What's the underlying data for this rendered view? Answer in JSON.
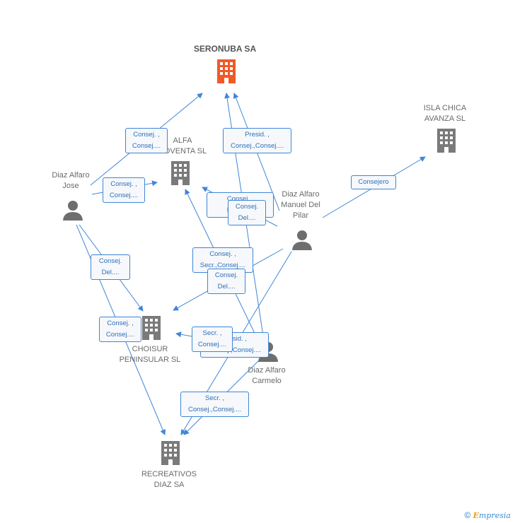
{
  "colors": {
    "edge": "#3f86d6",
    "building": "#7a7a7a",
    "building_main": "#f05a28",
    "person": "#6e6e6e"
  },
  "nodes": {
    "seronuba": {
      "name": "SERONUBA SA"
    },
    "isla_chica": {
      "name_line1": "ISLA CHICA",
      "name_line2": "AVANZA SL"
    },
    "alfa_noventa": {
      "name_line1": "ALFA",
      "name_line2": "NOVENTA SL"
    },
    "diaz_jose": {
      "name_line1": "Diaz Alfaro",
      "name_line2": "Jose"
    },
    "diaz_manuel": {
      "name_line1": "Diaz Alfaro",
      "name_line2": "Manuel Del",
      "name_line3": "Pilar"
    },
    "choisur": {
      "name_line1": "CHOISUR",
      "name_line2": "PENINSULAR SL"
    },
    "diaz_carmelo": {
      "name_line1": "Diaz Alfaro",
      "name_line2": "Carmelo"
    },
    "recreativos": {
      "name_line1": "RECREATIVOS",
      "name_line2": "DIAZ SA"
    }
  },
  "edge_labels": {
    "l1": {
      "a": "Consej. ,",
      "b": "Consej...."
    },
    "l2": {
      "a": "Presid. ,",
      "b": "Consej.,Consej...."
    },
    "l3": {
      "a": "Consej. ,",
      "b": "Consej...."
    },
    "l4": {
      "a": "Consejero"
    },
    "l5": {
      "a": "Consej. ,",
      "b": "Presid...."
    },
    "l6": {
      "a": "Consej.",
      "b": "Del...."
    },
    "l7": {
      "a": "Consej.",
      "b": "Del...."
    },
    "l8": {
      "a": "Consej. ,",
      "b": "Secr.,Consej...."
    },
    "l9": {
      "a": "Consej.",
      "b": "Del...."
    },
    "l10": {
      "a": "Consej. ,",
      "b": "Consej...."
    },
    "l11": {
      "a": "Presid. ,",
      "b": "Consej.,Consej...."
    },
    "l12": {
      "a": "Secr. ,",
      "b": "Consej...."
    },
    "l13": {
      "a": "Secr. ,",
      "b": "Consej.,Consej...."
    }
  },
  "footer": {
    "copyright": "©",
    "brand_e": "E",
    "brand_rest": "mpresia"
  }
}
